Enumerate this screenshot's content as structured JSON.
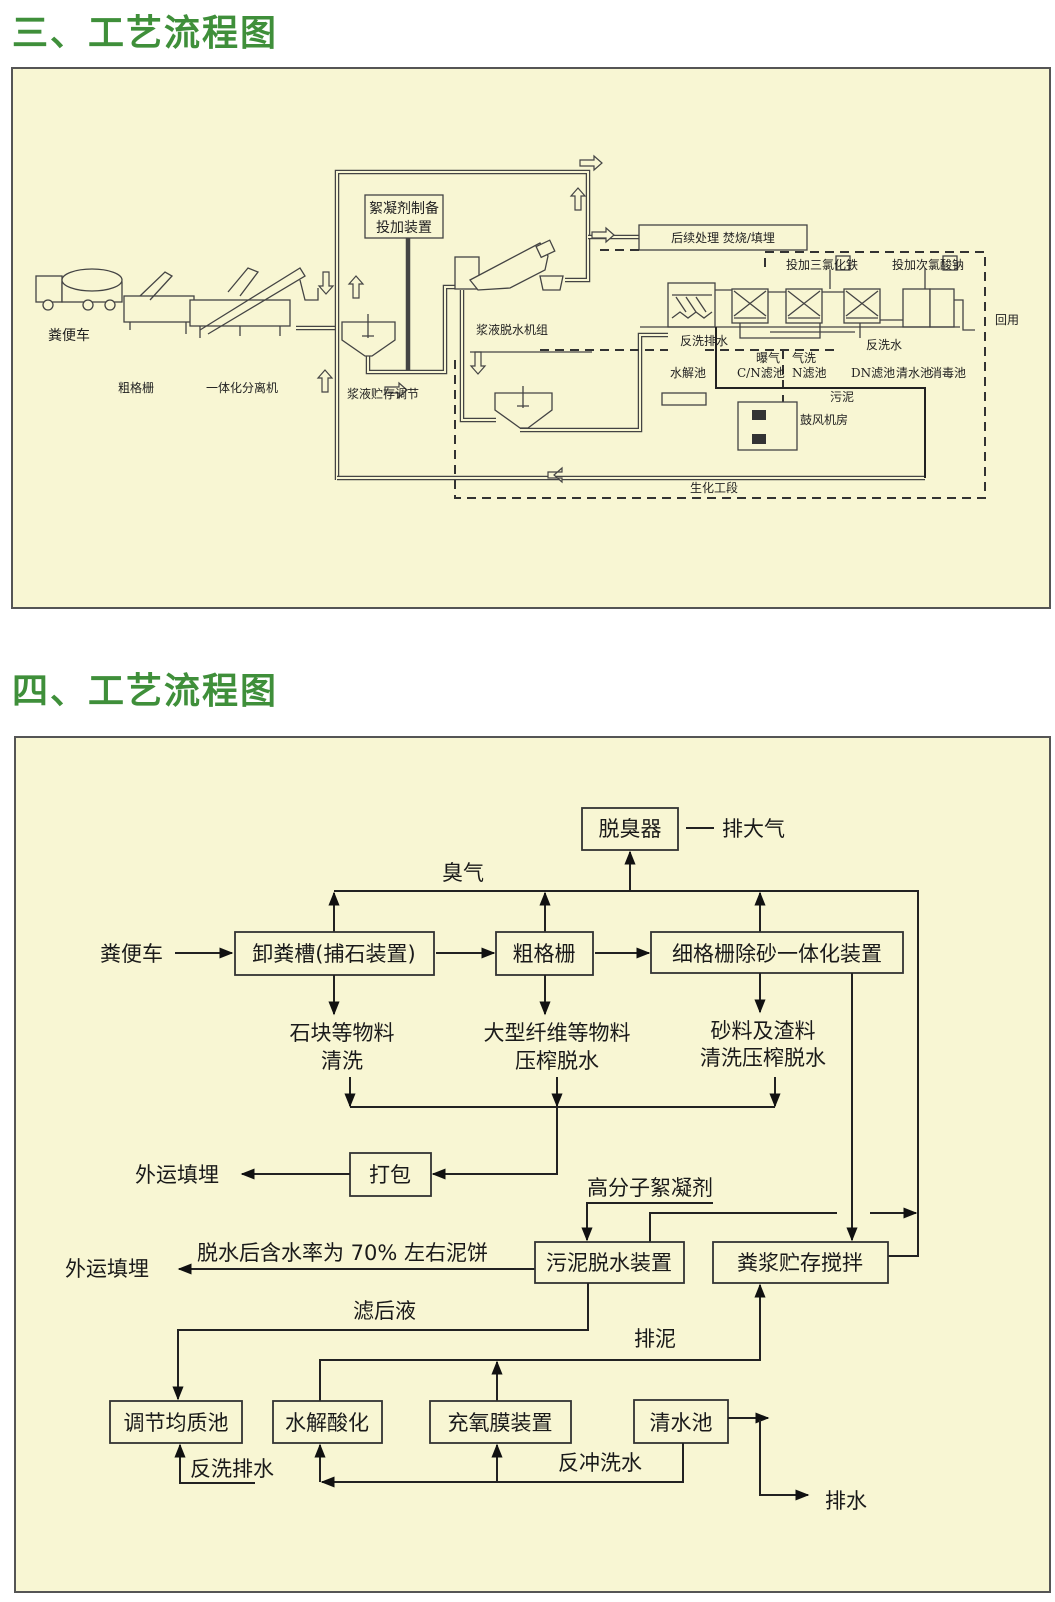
{
  "titles": {
    "section3": "三、工艺流程图",
    "section4": "四、工艺流程图"
  },
  "top_diagram": {
    "truck": "粪便车",
    "coarse_screen": "粗格栅",
    "separator": "一体化分离机",
    "flocculant_line1": "絮凝剂制备",
    "flocculant_line2": "投加装置",
    "slurry_storage": "浆液贮存调节",
    "dewatering_unit": "浆液脱水机组",
    "post_treatment": "后续处理 焚烧/填埋",
    "ferric_dosing": "投加三氯化铁",
    "hypochlorite_dosing": "投加次氯酸钠",
    "reuse": "回用",
    "backwash_drain": "反洗排水",
    "aeration": "曝气",
    "air_wash": "气洗",
    "backwash_water": "反洗水",
    "hydrolysis_tank": "水解池",
    "cn_filter": "C/N滤池",
    "n_filter": "N滤池",
    "dn_filter": "DN滤池",
    "clear_water_tank": "清水池",
    "disinfection_tank": "消毒池",
    "sludge": "污泥",
    "blower_room": "鼓风机房",
    "biochem_section": "生化工段"
  },
  "bottom_diagram": {
    "deodorizer": "脱臭器",
    "to_atmosphere": "排大气",
    "odor_gas": "臭气",
    "truck": "粪便车",
    "unloading_tank": "卸粪槽(捕石装置)",
    "coarse_screen": "粗格栅",
    "fine_screen": "细格栅除砂一体化装置",
    "stones_line1": "石块等物料",
    "stones_line2": "清洗",
    "fibers_line1": "大型纤维等物料",
    "fibers_line2": "压榨脱水",
    "sand_line1": "砂料及渣料",
    "sand_line2": "清洗压榨脱水",
    "packing": "打包",
    "landfill_1": "外运填埋",
    "polymer": "高分子絮凝剂",
    "cake_note": "脱水后含水率为 70% 左右泥饼",
    "landfill_2": "外运填埋",
    "sludge_dewatering": "污泥脱水装置",
    "slurry_storage": "粪浆贮存搅拌",
    "filtrate": "滤后液",
    "sludge_discharge": "排泥",
    "equalization_tank": "调节均质池",
    "hydrolysis": "水解酸化",
    "oxygen_membrane": "充氧膜装置",
    "clear_water_tank": "清水池",
    "backwash_drain": "反洗排水",
    "backflush_water": "反冲洗水",
    "drainage": "排水"
  },
  "colors": {
    "title_green": "#3f8f3a",
    "diagram_background": "#f8f6d3"
  }
}
